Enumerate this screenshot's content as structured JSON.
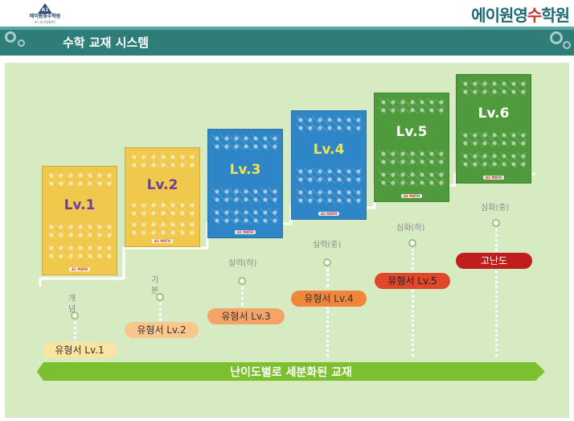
{
  "header": {
    "logo_text": "에이원영수학원",
    "logo_sub": "A1 ACADEMY",
    "brand_main": "에이원영",
    "brand_accent": "수",
    "brand_tail": "학원",
    "title": "수학 교재 시스템"
  },
  "books": [
    {
      "label": "Lv.1",
      "color": "#efc84c",
      "text_color": "#6b3fa0"
    },
    {
      "label": "Lv.2",
      "color": "#efc84c",
      "text_color": "#6b3fa0"
    },
    {
      "label": "Lv.3",
      "color": "#2f86c7",
      "text_color": "#f5e24a"
    },
    {
      "label": "Lv.4",
      "color": "#2f86c7",
      "text_color": "#f5e24a"
    },
    {
      "label": "Lv.5",
      "color": "#4e9a3c",
      "text_color": "#ffffff"
    },
    {
      "label": "Lv.6",
      "color": "#4e9a3c",
      "text_color": "#ffffff"
    }
  ],
  "publisher": "A1 MATH",
  "steps": [
    {
      "level": "개념",
      "pill": "유형서 Lv.1",
      "pill_color": "#fbe3a1"
    },
    {
      "level": "기본",
      "pill": "유형서 Lv.2",
      "pill_color": "#f9c78b"
    },
    {
      "level": "실력(하)",
      "pill": "유형서 Lv.3",
      "pill_color": "#f4a466"
    },
    {
      "level": "실력(중)",
      "pill": "유형서 Lv.4",
      "pill_color": "#f0853b"
    },
    {
      "level": "심화(하)",
      "pill": "유형서 Lv.5",
      "pill_color": "#e0482b"
    },
    {
      "level": "심화(중)",
      "pill": "고난도",
      "pill_color": "#c01d1d"
    }
  ],
  "arrow_text": "난이도별로 세분화된 교재"
}
